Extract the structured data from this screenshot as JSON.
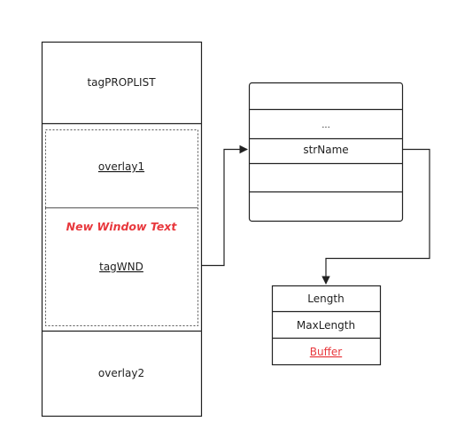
{
  "left_column": {
    "top_label": "tagPROPLIST",
    "overlay1_label": "overlay1",
    "highlight_text": "New Window Text",
    "tagwnd_label": "tagWND",
    "bottom_label": "overlay2"
  },
  "props_table": {
    "row_ellipsis": "...",
    "row_strname": "strName"
  },
  "unicode_string": {
    "length_label": "Length",
    "maxlength_label": "MaxLength",
    "buffer_label": "Buffer"
  },
  "colors": {
    "line": "#222222",
    "dashed": "#555555",
    "highlight": "#e8383d"
  }
}
